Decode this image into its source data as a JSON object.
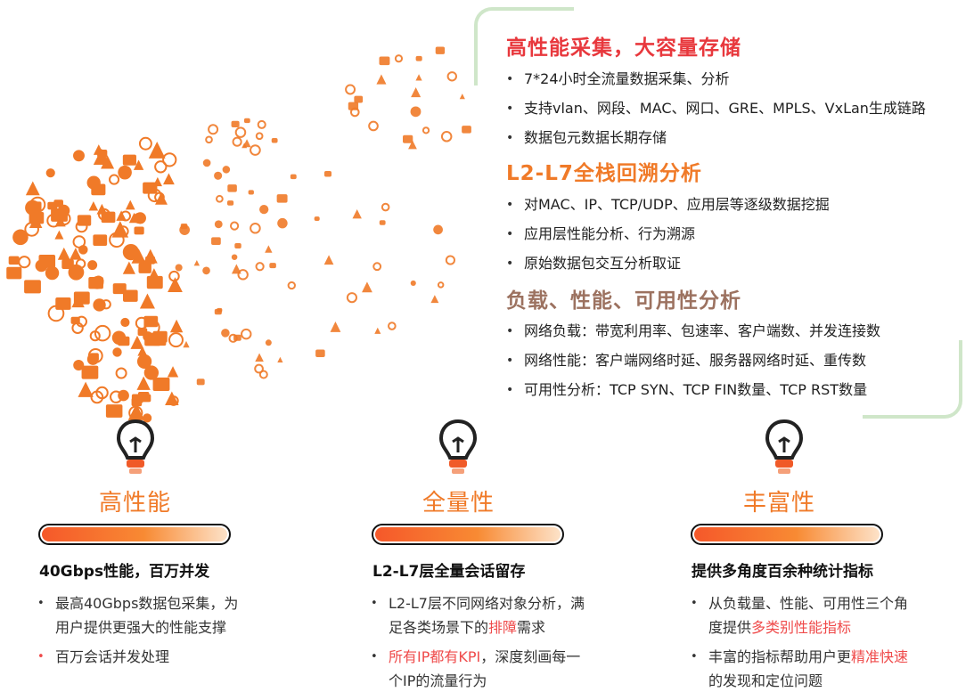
{
  "colors": {
    "accent": "#f07a28",
    "red": "#ef4a4a",
    "frame": "#cfe6c9",
    "bar_start": "#f5582a",
    "bar_end": "#fde2c8"
  },
  "illustration": {
    "icon": "orange-icon-head"
  },
  "features": [
    {
      "title": "高性能采集，大容量存储",
      "color": "#e8383d",
      "items": [
        "7*24小时全流量数据采集、分析",
        "支持vlan、网段、MAC、网口、GRE、MPLS、VxLan生成链路",
        "数据包元数据长期存储"
      ]
    },
    {
      "title": "L2-L7全栈回溯分析",
      "color": "#f07a28",
      "items": [
        "对MAC、IP、TCP/UDP、应用层等逐级数据挖掘",
        "应用层性能分析、行为溯源",
        "原始数据包交互分析取证"
      ]
    },
    {
      "title": "负载、性能、可用性分析",
      "color": "#9c7260",
      "items": [
        "网络负载：带宽利用率、包速率、客户端数、并发连接数",
        "网络性能：客户端网络时延、服务器网络时延、重传数",
        "可用性分析：TCP SYN、TCP FIN数量、TCP RST数量"
      ]
    }
  ],
  "columns": [
    {
      "title": "高性能",
      "icon": "lightbulb-icon",
      "heading": "40Gbps性能，百万并发",
      "b1_l1": "最高40Gbps数据包采集，为",
      "b1_l2": "用户提供更强大的性能支撑",
      "b2_l1": "百万会话并发处理"
    },
    {
      "title": "全量性",
      "icon": "lightbulb-icon",
      "heading": "L2-L7层全量会话留存",
      "b1_l1": "L2-L7层不同网络对象分析，满",
      "b1_l2_a": "足各类场景下的",
      "b1_l2_b": "排障",
      "b1_l2_c": "需求",
      "b2_l1_a": "所有IP都有KPI",
      "b2_l1_b": "，深度刻画每一",
      "b2_l2": "个IP的流量行为"
    },
    {
      "title": "丰富性",
      "icon": "lightbulb-icon",
      "heading": "提供多角度百余种统计指标",
      "b1_l1": "从负载量、性能、可用性三个角",
      "b1_l2_a": "度提供",
      "b1_l2_b": "多类别性能指标",
      "b2_l1_a": "丰富的指标帮助用户更",
      "b2_l1_b": "精准快速",
      "b2_l2": "的发现和定位问题"
    }
  ]
}
